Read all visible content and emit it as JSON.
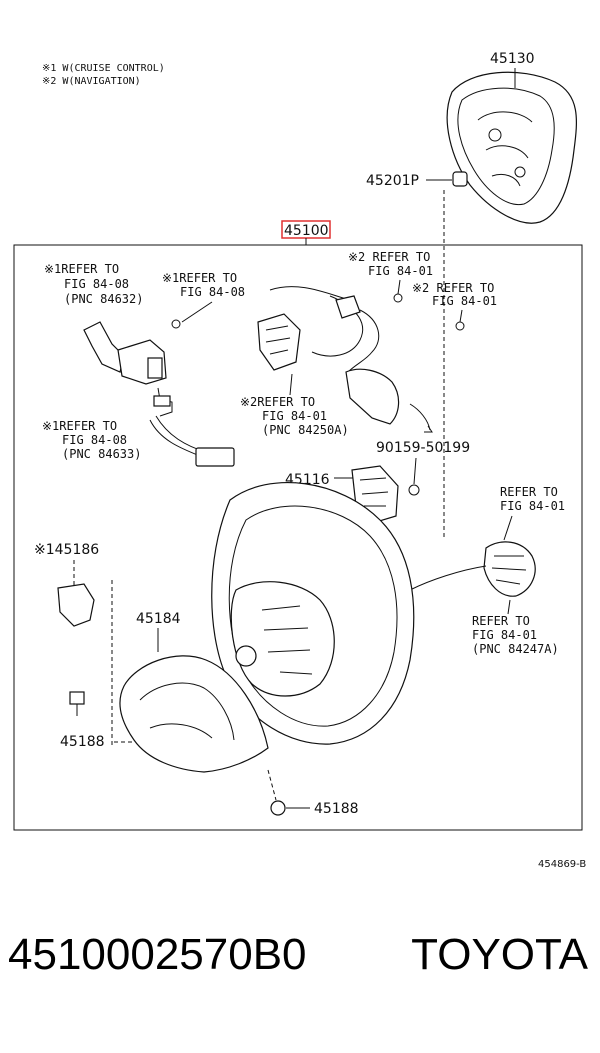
{
  "notes": {
    "line1": "※1 W(CRUISE CONTROL)",
    "line2": "※2 W(NAVIGATION)"
  },
  "labels": {
    "p45130": "45130",
    "p45201p": "45201P",
    "p45100": "45100",
    "ref_84632_a": "※1REFER TO",
    "ref_84632_b": "FIG 84-08",
    "ref_84632_c": "(PNC 84632)",
    "ref_fig8408_a": "※1REFER TO",
    "ref_fig8408_b": "FIG 84-08",
    "ref_top2_a": "※2 REFER TO",
    "ref_top2_b": "FIG 84-01",
    "ref_mid2_a": "※2 REFER TO",
    "ref_mid2_b": "FIG 84-01",
    "ref_84250_a": "※2REFER TO",
    "ref_84250_b": "FIG 84-01",
    "ref_84250_c": "(PNC 84250A)",
    "ref_84633_a": "※1REFER TO",
    "ref_84633_b": "FIG 84-08",
    "ref_84633_c": "(PNC 84633)",
    "p90159": "90159-50199",
    "p45116": "45116",
    "ref_right_a": "REFER TO",
    "ref_right_b": "FIG 84-01",
    "p45186": "※145186",
    "p45184": "45184",
    "ref_84247_a": "REFER TO",
    "ref_84247_b": "FIG 84-01",
    "ref_84247_c": "(PNC 84247A)",
    "p45188_left": "45188",
    "p45188_bottom": "45188",
    "figure_id": "454869-B"
  },
  "footer": {
    "part_number": "4510002570B0",
    "brand": "TOYOTA"
  },
  "colors": {
    "highlight": "#e03030",
    "ink": "#111111"
  }
}
